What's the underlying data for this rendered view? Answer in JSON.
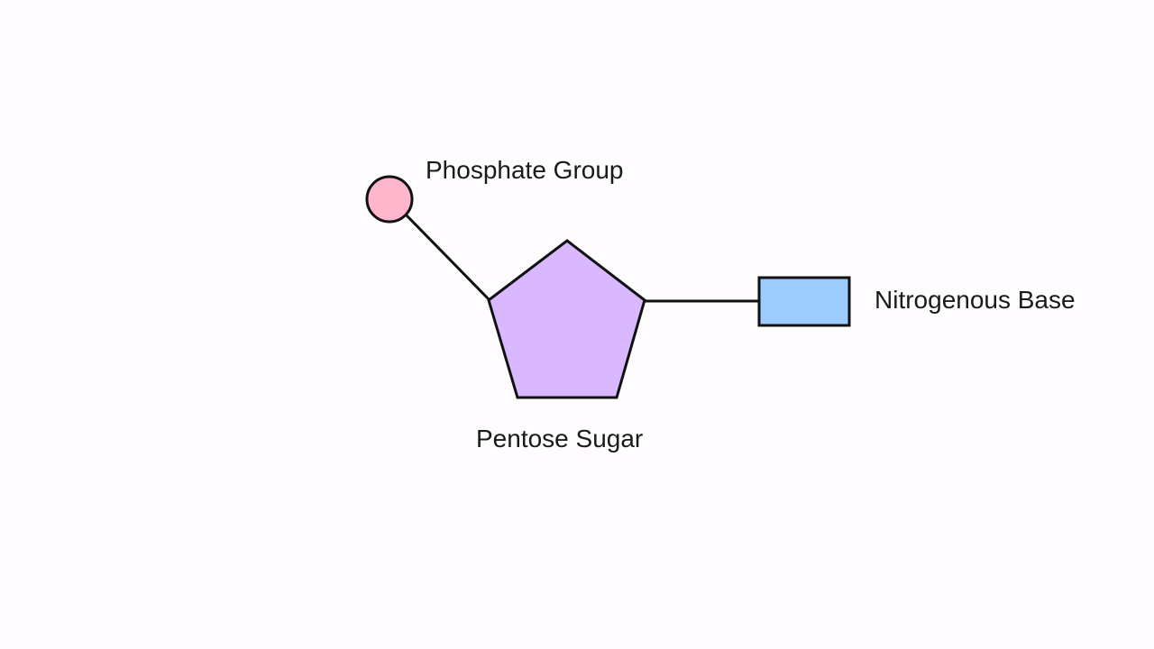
{
  "labels": {
    "phosphate": "Phosphate Group",
    "sugar": "Pentose Sugar",
    "base": "Nitrogenous Base"
  },
  "colors": {
    "background": "#fefcfe",
    "phosphate_fill": "#ffb6cd",
    "sugar_fill": "#d9b8ff",
    "base_fill": "#9ccbff",
    "stroke": "#111111"
  }
}
